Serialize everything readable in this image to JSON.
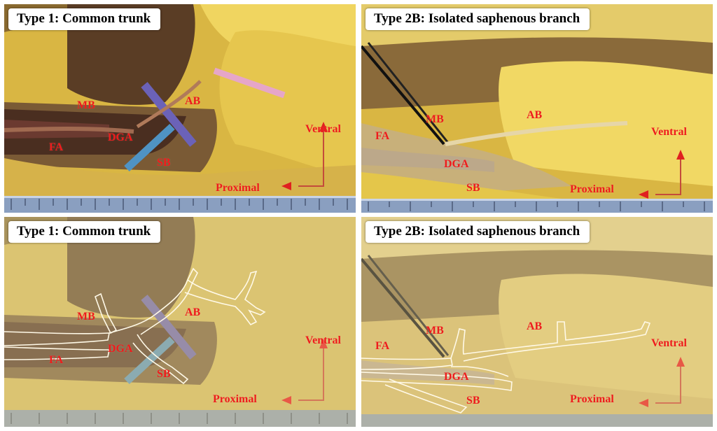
{
  "panels": {
    "top_left": {
      "title": "Type 1: Common trunk",
      "labels": {
        "mb": "MB",
        "ab": "AB",
        "fa": "FA",
        "dga": "DGA",
        "sb": "SB",
        "ventral": "Ventral",
        "proximal": "Proximal"
      }
    },
    "top_right": {
      "title": "Type 2B: Isolated  saphenous branch",
      "labels": {
        "mb": "MB",
        "ab": "AB",
        "fa": "FA",
        "dga": "DGA",
        "sb": "SB",
        "ventral": "Ventral",
        "proximal": "Proximal"
      }
    },
    "bottom_left": {
      "title": "Type 1: Common trunk",
      "labels": {
        "mb": "MB",
        "ab": "AB",
        "fa": "FA",
        "dga": "DGA",
        "sb": "SB",
        "ventral": "Ventral",
        "proximal": "Proximal"
      }
    },
    "bottom_right": {
      "title": "Type 2B: Isolated  saphenous branch",
      "labels": {
        "mb": "MB",
        "ab": "AB",
        "fa": "FA",
        "dga": "DGA",
        "sb": "SB",
        "ventral": "Ventral",
        "proximal": "Proximal"
      }
    }
  },
  "colors": {
    "label_red": "#ee1c1c",
    "fat_yellow": "#e8c93a",
    "muscle_brown": "#6a4a2a",
    "ruler_blue": "#8a9fc0"
  }
}
